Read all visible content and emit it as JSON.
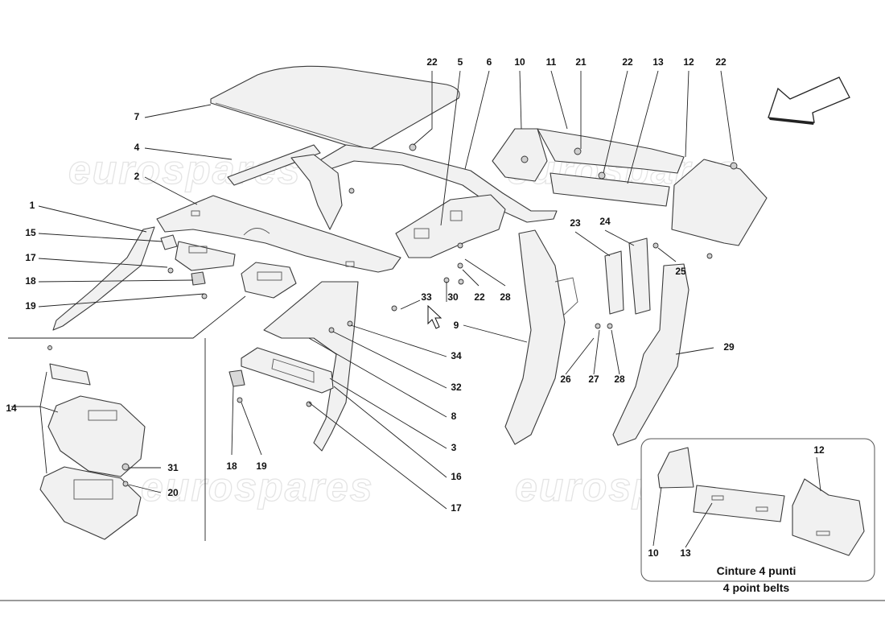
{
  "watermarks": [
    "eurospares",
    "eurospares",
    "eurospares",
    "eurospares"
  ],
  "inset": {
    "caption_line1": "Cinture 4 punti",
    "caption_line2": "4 point belts"
  },
  "callouts": {
    "c1": "1",
    "c2": "2",
    "c3": "3",
    "c4": "4",
    "c5": "5",
    "c6": "6",
    "c7": "7",
    "c8": "8",
    "c9": "9",
    "c10": "10",
    "c11": "11",
    "c12": "12",
    "c13": "13",
    "c14": "14",
    "c15": "15",
    "c16": "16",
    "c17a": "17",
    "c17b": "17",
    "c18a": "18",
    "c18b": "18",
    "c19a": "19",
    "c19b": "19",
    "c20": "20",
    "c21": "21",
    "c22a": "22",
    "c22b": "22",
    "c22c": "22",
    "c22d": "22",
    "c23": "23",
    "c24": "24",
    "c25": "25",
    "c26": "26",
    "c27": "27",
    "c28a": "28",
    "c28b": "28",
    "c29": "29",
    "c30": "30",
    "c31": "31",
    "c32": "32",
    "c33": "33",
    "c34": "34",
    "i10": "10",
    "i12": "12",
    "i13": "13"
  },
  "colors": {
    "line": "#3a3a3a",
    "fill": "#f1f1f1",
    "watermark": "#e4e4e4",
    "background": "#ffffff"
  }
}
